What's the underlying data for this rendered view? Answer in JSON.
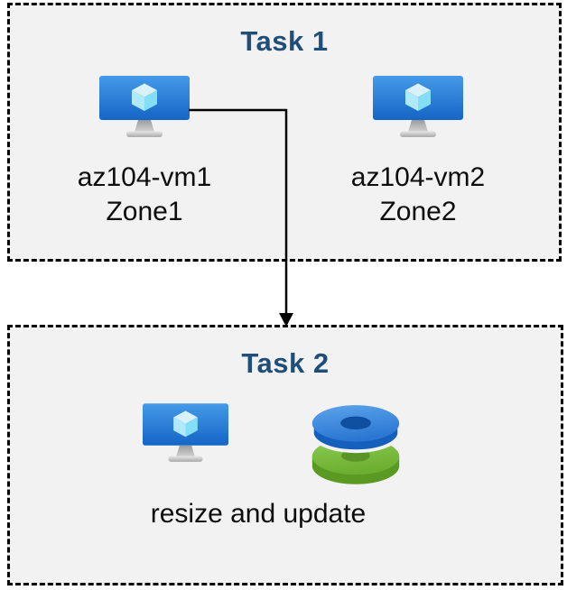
{
  "colors": {
    "page_bg": "#ffffff",
    "box_fill": "#f2f2f2",
    "box_border": "#000000",
    "title_color": "#1f4e79",
    "label_color": "#0d0d0d",
    "arrow_color": "#000000",
    "vm_screen_blue": "#1f6fd0",
    "cube_cyan": "#9ce5f7",
    "disk_blue": "#2d7ad4",
    "disk_green": "#76bc2d"
  },
  "task1": {
    "title": "Task 1",
    "vms": [
      {
        "name": "az104-vm1",
        "zone": "Zone1",
        "icon": "virtual-machine-icon"
      },
      {
        "name": "az104-vm2",
        "zone": "Zone2",
        "icon": "virtual-machine-icon"
      }
    ]
  },
  "task2": {
    "title": "Task 2",
    "caption": "resize and update",
    "icons": [
      "virtual-machine-icon",
      "managed-disks-icon"
    ]
  },
  "connector": {
    "from": "az104-vm1",
    "to": "Task 2"
  }
}
